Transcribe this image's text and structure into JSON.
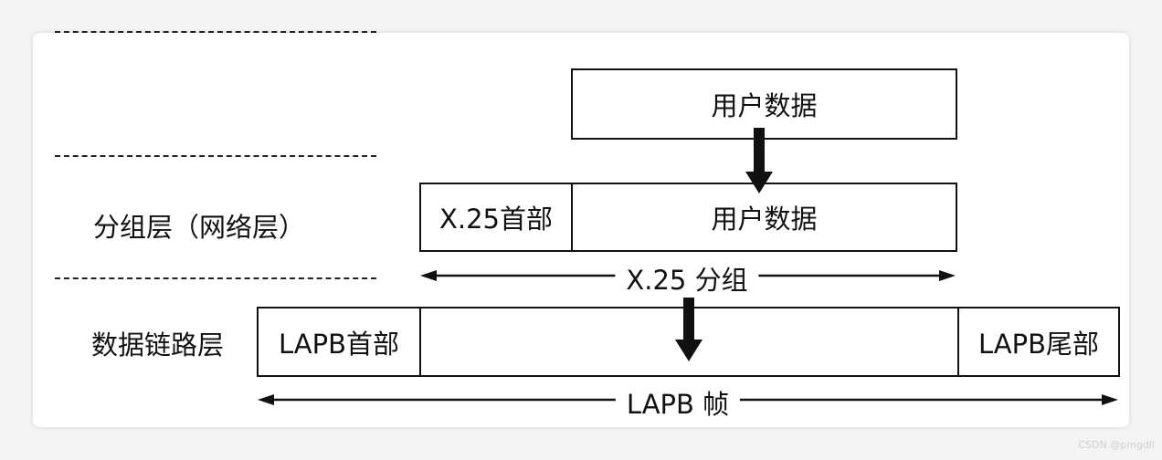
{
  "layers": {
    "network": "分组层（网络层）",
    "datalink": "数据链路层"
  },
  "top_box": {
    "label": "用户数据"
  },
  "x25_box": {
    "header": "X.25首部",
    "data": "用户数据"
  },
  "x25_span": {
    "label": "X.25 分组"
  },
  "lapb_box": {
    "header": "LAPB首部",
    "body": "",
    "trailer": "LAPB尾部"
  },
  "lapb_span": {
    "label": "LAPB 帧"
  },
  "watermark": "CSDN @pmgdll"
}
